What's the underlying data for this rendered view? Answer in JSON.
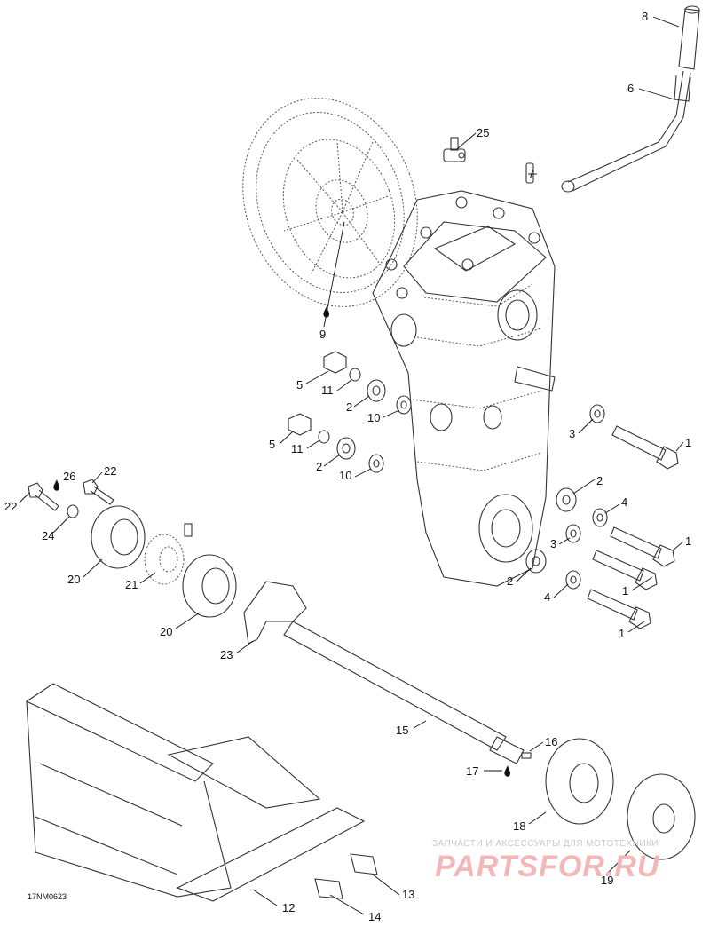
{
  "diagram": {
    "reference_code": "17NM0623",
    "watermark": {
      "caption": "ЗАПЧАСТИ И АКСЕССУАРЫ ДЛЯ МОТОТЕХНИКИ",
      "logo": "PARTSFOR.RU"
    },
    "callouts": [
      {
        "id": "c8",
        "label": "8"
      },
      {
        "id": "c6",
        "label": "6"
      },
      {
        "id": "c25",
        "label": "25"
      },
      {
        "id": "c7",
        "label": "7"
      },
      {
        "id": "c9",
        "label": "9"
      },
      {
        "id": "c5a",
        "label": "5"
      },
      {
        "id": "c11a",
        "label": "11"
      },
      {
        "id": "c2a",
        "label": "2"
      },
      {
        "id": "c10a",
        "label": "10"
      },
      {
        "id": "c3a",
        "label": "3"
      },
      {
        "id": "c1a",
        "label": "1"
      },
      {
        "id": "c5b",
        "label": "5"
      },
      {
        "id": "c11b",
        "label": "11"
      },
      {
        "id": "c2b",
        "label": "2"
      },
      {
        "id": "c10b",
        "label": "10"
      },
      {
        "id": "c2c",
        "label": "2"
      },
      {
        "id": "c4a",
        "label": "4"
      },
      {
        "id": "c1b",
        "label": "1"
      },
      {
        "id": "c3b",
        "label": "3"
      },
      {
        "id": "c2d",
        "label": "2"
      },
      {
        "id": "c1c",
        "label": "1"
      },
      {
        "id": "c4b",
        "label": "4"
      },
      {
        "id": "c1d",
        "label": "1"
      },
      {
        "id": "c26",
        "label": "26"
      },
      {
        "id": "c22a",
        "label": "22"
      },
      {
        "id": "c22b",
        "label": "22"
      },
      {
        "id": "c24",
        "label": "24"
      },
      {
        "id": "c20a",
        "label": "20"
      },
      {
        "id": "c21",
        "label": "21"
      },
      {
        "id": "c20b",
        "label": "20"
      },
      {
        "id": "c23",
        "label": "23"
      },
      {
        "id": "c15",
        "label": "15"
      },
      {
        "id": "c16",
        "label": "16"
      },
      {
        "id": "c17",
        "label": "17"
      },
      {
        "id": "c18",
        "label": "18"
      },
      {
        "id": "c19",
        "label": "19"
      },
      {
        "id": "c12",
        "label": "12"
      },
      {
        "id": "c13",
        "label": "13"
      },
      {
        "id": "c14",
        "label": "14"
      }
    ]
  }
}
